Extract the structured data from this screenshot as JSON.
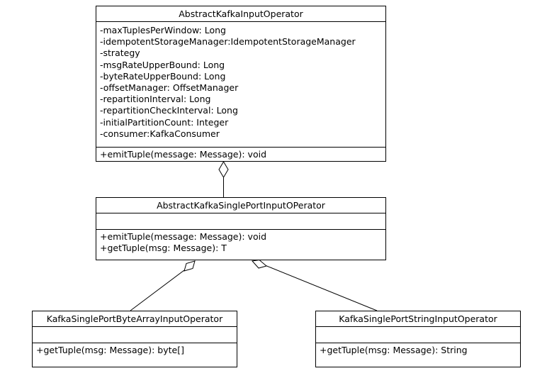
{
  "classes": {
    "abstract_kafka_input": {
      "name": "AbstractKafkaInputOperator",
      "attributes": [
        "-maxTuplesPerWindow: Long",
        "-idempotentStorageManager:IdempotentStorageManager",
        "-strategy",
        "-msgRateUpperBound: Long",
        "-byteRateUpperBound: Long",
        "-offsetManager: OffsetManager",
        "-repartitionInterval: Long",
        "-repartitionCheckInterval: Long",
        "-initialPartitionCount: Integer",
        "-consumer:KafkaConsumer"
      ],
      "operations": [
        "+emitTuple(message: Message): void"
      ]
    },
    "abstract_kafka_single_port": {
      "name": "AbstractKafkaSinglePortInputOPerator",
      "attributes": [],
      "operations": [
        "+emitTuple(message: Message): void",
        "+getTuple(msg: Message): T"
      ]
    },
    "byte_array_input": {
      "name": "KafkaSinglePortByteArrayInputOperator",
      "attributes": [],
      "operations": [
        "+getTuple(msg: Message): byte[]"
      ]
    },
    "string_input": {
      "name": "KafkaSinglePortStringInputOperator",
      "attributes": [],
      "operations": [
        "+getTuple(msg: Message): String"
      ]
    }
  }
}
